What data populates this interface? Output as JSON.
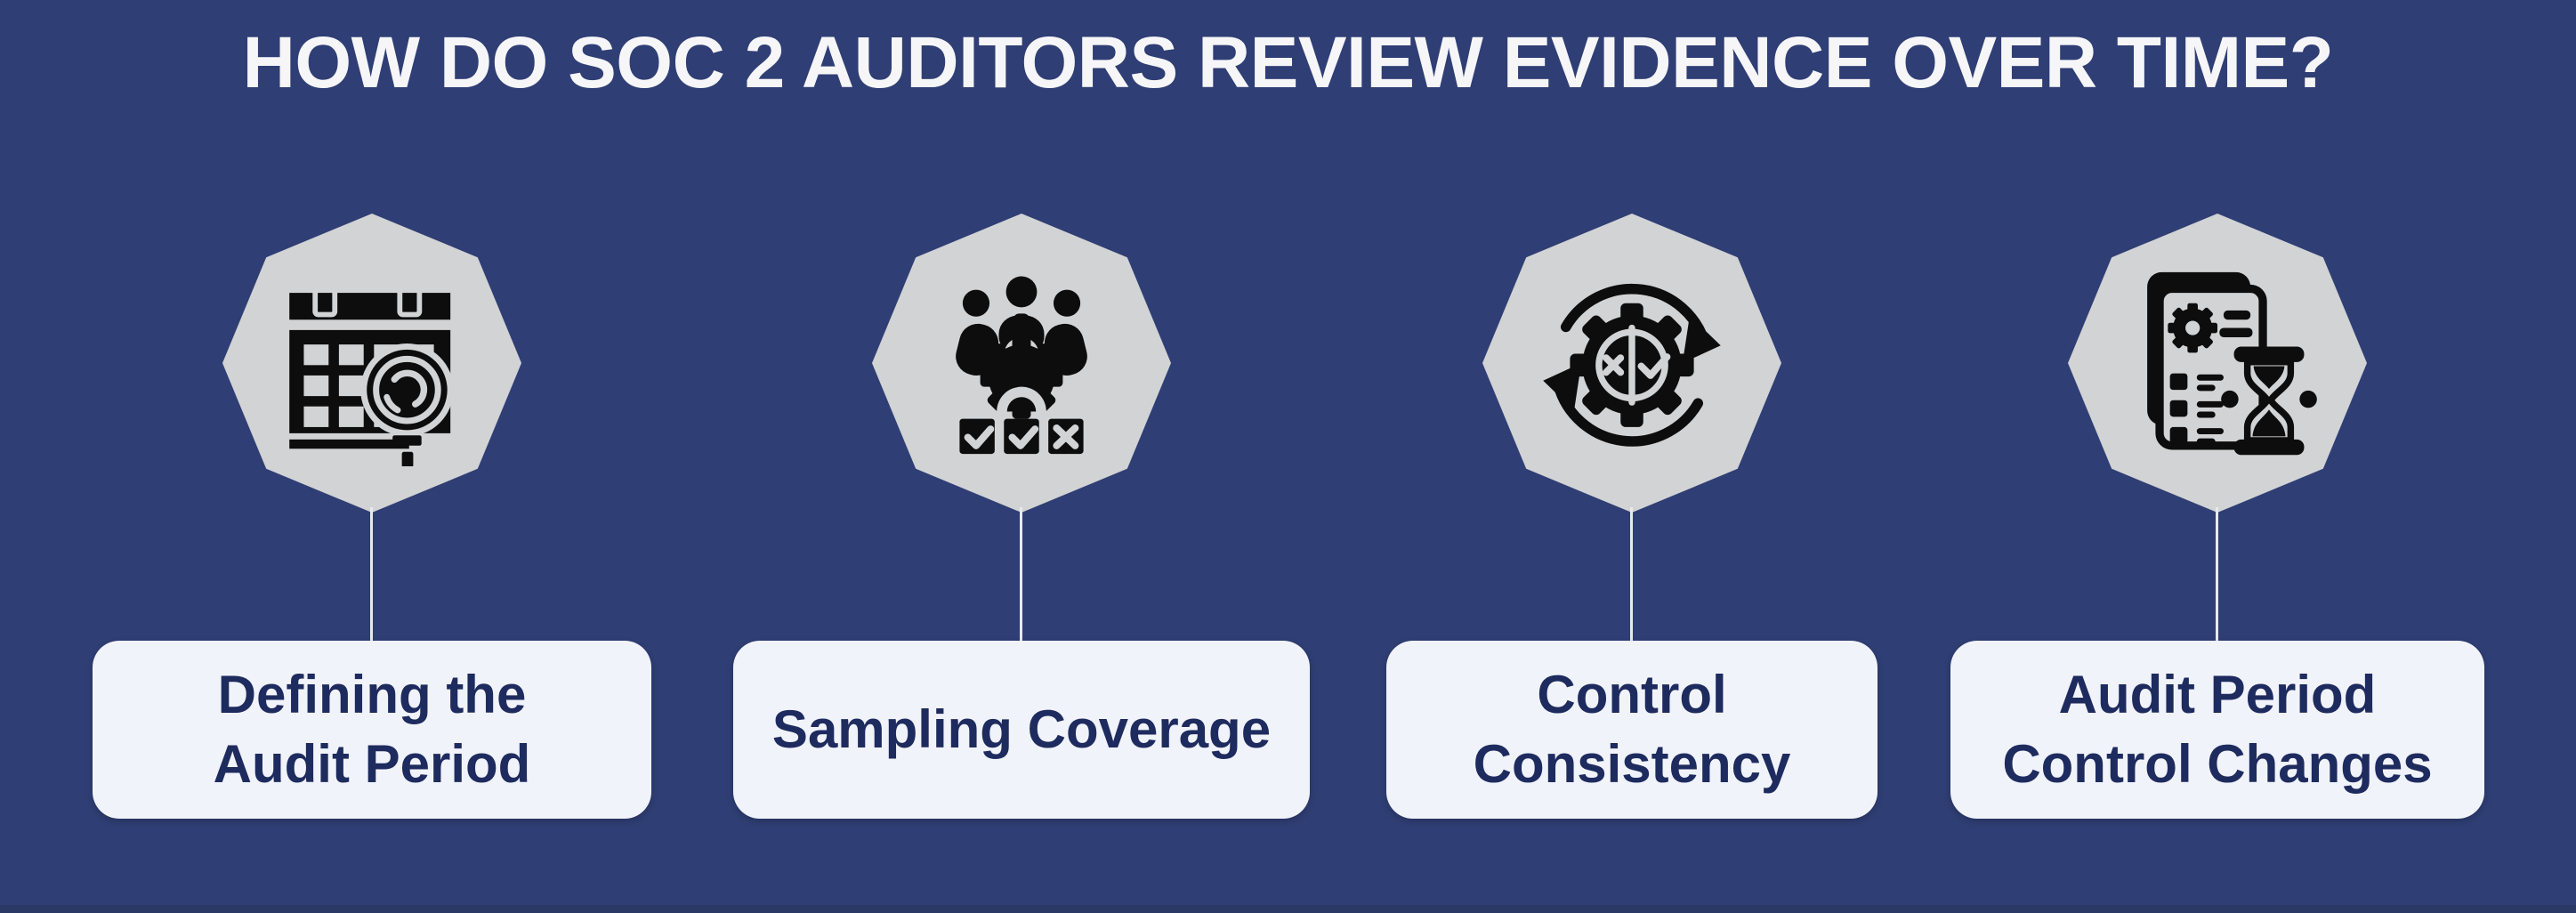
{
  "title": "HOW DO SOC 2 AUDITORS REVIEW EVIDENCE OVER TIME?",
  "colors": {
    "bg": "#2f3e74",
    "bg-strip": "#2a3866",
    "shape": "#d2d3d4",
    "ink": "#0d0d0d",
    "card": "#f1f3fa",
    "card-text": "#1e2b5e",
    "title": "#f6f6f8",
    "connector": "#e8e9ee"
  },
  "items": [
    {
      "label": "Defining the\nAudit Period",
      "icon": "calendar-search-icon"
    },
    {
      "label": "Sampling Coverage",
      "icon": "team-sampling-icon"
    },
    {
      "label": "Control\nConsistency",
      "icon": "gear-cycle-icon"
    },
    {
      "label": "Audit Period\nControl Changes",
      "icon": "document-hourglass-icon"
    }
  ]
}
